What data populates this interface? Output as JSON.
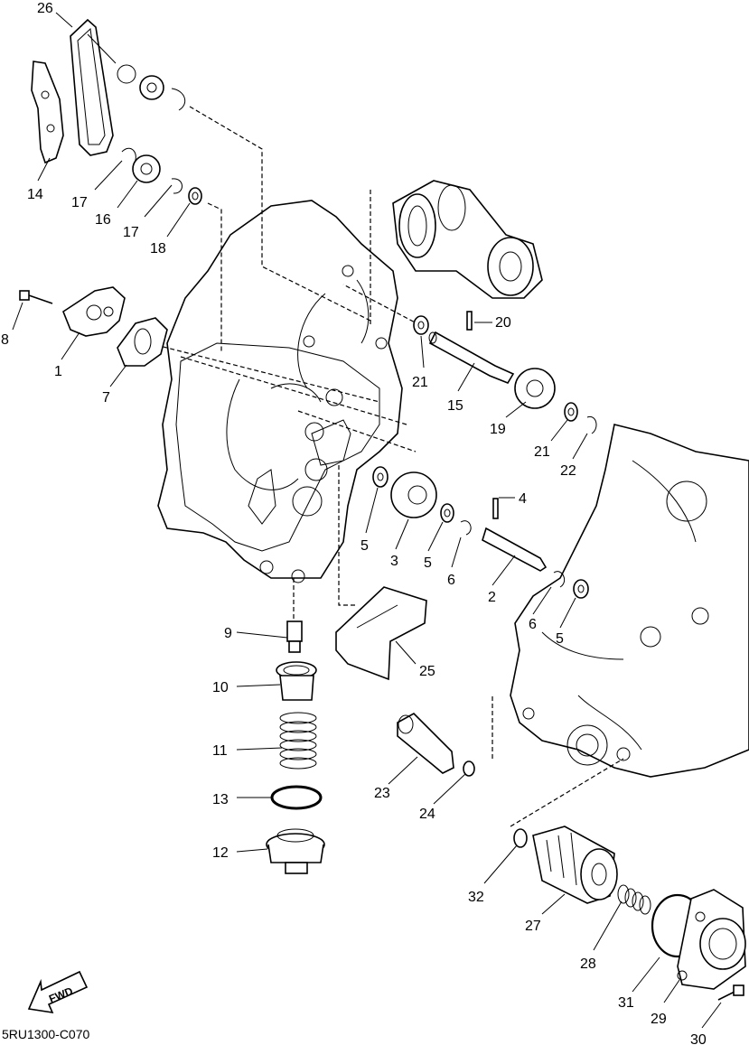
{
  "diagram_code": "5RU1300-C070",
  "fwd_label": "FWD",
  "callouts": [
    {
      "id": "c26",
      "num": "26"
    },
    {
      "id": "c14",
      "num": "14"
    },
    {
      "id": "c17a",
      "num": "17"
    },
    {
      "id": "c16",
      "num": "16"
    },
    {
      "id": "c17b",
      "num": "17"
    },
    {
      "id": "c18",
      "num": "18"
    },
    {
      "id": "c8",
      "num": "8"
    },
    {
      "id": "c1",
      "num": "1"
    },
    {
      "id": "c7",
      "num": "7"
    },
    {
      "id": "c20",
      "num": "20"
    },
    {
      "id": "c21a",
      "num": "21"
    },
    {
      "id": "c15",
      "num": "15"
    },
    {
      "id": "c19",
      "num": "19"
    },
    {
      "id": "c21b",
      "num": "21"
    },
    {
      "id": "c22",
      "num": "22"
    },
    {
      "id": "c4",
      "num": "4"
    },
    {
      "id": "c5a",
      "num": "5"
    },
    {
      "id": "c3",
      "num": "3"
    },
    {
      "id": "c5b",
      "num": "5"
    },
    {
      "id": "c6a",
      "num": "6"
    },
    {
      "id": "c2",
      "num": "2"
    },
    {
      "id": "c6b",
      "num": "6"
    },
    {
      "id": "c5c",
      "num": "5"
    },
    {
      "id": "c9",
      "num": "9"
    },
    {
      "id": "c25",
      "num": "25"
    },
    {
      "id": "c10",
      "num": "10"
    },
    {
      "id": "c11",
      "num": "11"
    },
    {
      "id": "c13",
      "num": "13"
    },
    {
      "id": "c12",
      "num": "12"
    },
    {
      "id": "c23",
      "num": "23"
    },
    {
      "id": "c24",
      "num": "24"
    },
    {
      "id": "c32",
      "num": "32"
    },
    {
      "id": "c27",
      "num": "27"
    },
    {
      "id": "c28",
      "num": "28"
    },
    {
      "id": "c31",
      "num": "31"
    },
    {
      "id": "c29",
      "num": "29"
    },
    {
      "id": "c30",
      "num": "30"
    }
  ]
}
